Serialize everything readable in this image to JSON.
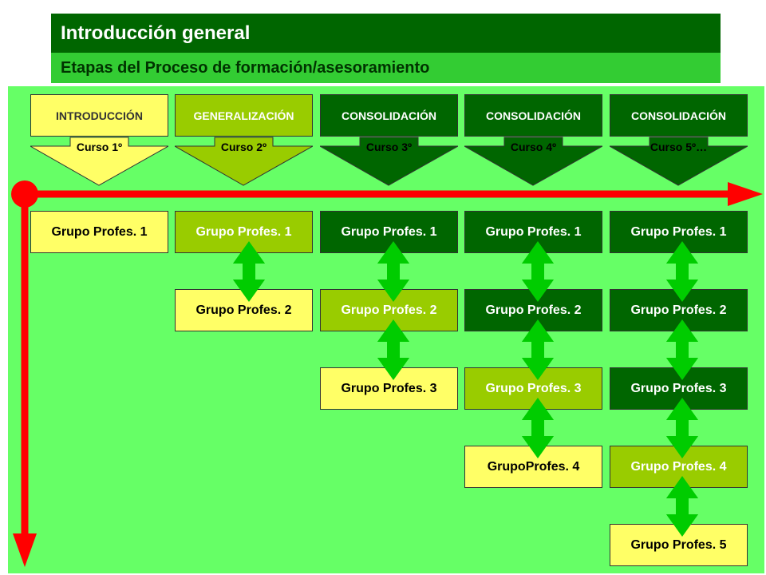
{
  "header": {
    "title": "Introducción general",
    "subtitle": "Etapas del Proceso de formación/asesoramiento"
  },
  "colors": {
    "title_bg": "#006600",
    "subtitle_bg": "#33cc33",
    "panel_bg": "#66ff66",
    "axis_red": "#ff0000",
    "arrow_green": "#00cc00",
    "box_yellow": "#ffff66",
    "box_lime": "#99cc00",
    "box_dark": "#006600"
  },
  "stages": [
    {
      "label": "INTRODUCCIÓN",
      "curso": "Curso 1º"
    },
    {
      "label": "GENERALIZACIÓN",
      "curso": "Curso 2º"
    },
    {
      "label": "CONSOLIDACIÓN",
      "curso": "Curso 3º"
    },
    {
      "label": "CONSOLIDACIÓN",
      "curso": "Curso 4º"
    },
    {
      "label": "CONSOLIDACIÓN",
      "curso": "Curso 5º…"
    }
  ],
  "columns": [
    [
      "Grupo Profes. 1"
    ],
    [
      "Grupo Profes. 1",
      "Grupo Profes. 2"
    ],
    [
      "Grupo Profes. 1",
      "Grupo Profes. 2",
      "Grupo Profes. 3"
    ],
    [
      "Grupo Profes. 1",
      "Grupo Profes. 2",
      "Grupo Profes. 3",
      "GrupoProfes. 4"
    ],
    [
      "Grupo Profes. 1",
      "Grupo Profes. 2",
      "Grupo Profes. 3",
      "Grupo Profes. 4",
      "Grupo Profes. 5"
    ]
  ]
}
